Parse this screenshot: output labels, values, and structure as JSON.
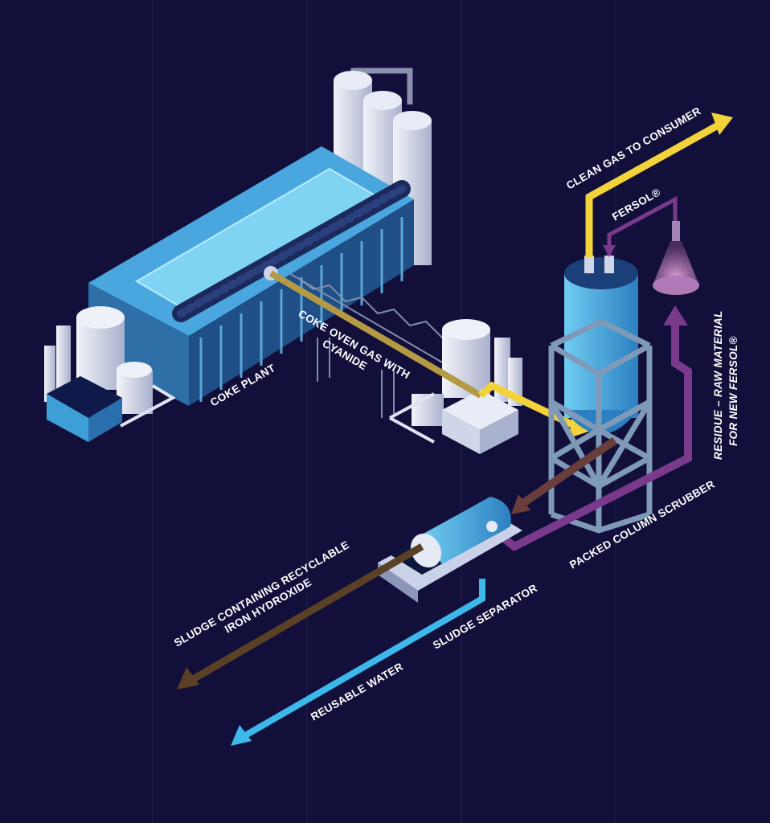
{
  "labels": {
    "clean_gas": "CLEAN GAS TO CONSUMER",
    "fersol": "FERSOL®",
    "coke_oven_gas_line1": "COKE OVEN GAS WITH",
    "coke_oven_gas_line2": "CYANIDE",
    "coke_plant": "COKE PLANT",
    "residue_line1": "RESIDUE –  RAW MATERIAL",
    "residue_line2": "FOR NEW FERSOL®",
    "packed_column": "PACKED COLUMN SCRUBBER",
    "sludge_line1": "SLUDGE CONTAINING RECYCLABLE",
    "sludge_line2": "IRON HYDROXIDE",
    "sludge_separator": "SLUDGE SEPARATOR",
    "reusable_water": "REUSABLE WATER"
  },
  "colors": {
    "background": "#12103a",
    "gas_yellow": "#f2d33a",
    "coke_gas": "#b59a45",
    "fersol_purple": "#7a3a8c",
    "brown": "#6a3d3d",
    "sludge_brown": "#5a4025",
    "water_blue": "#3db8ea",
    "equipment_blue": "#4fb3e6"
  }
}
